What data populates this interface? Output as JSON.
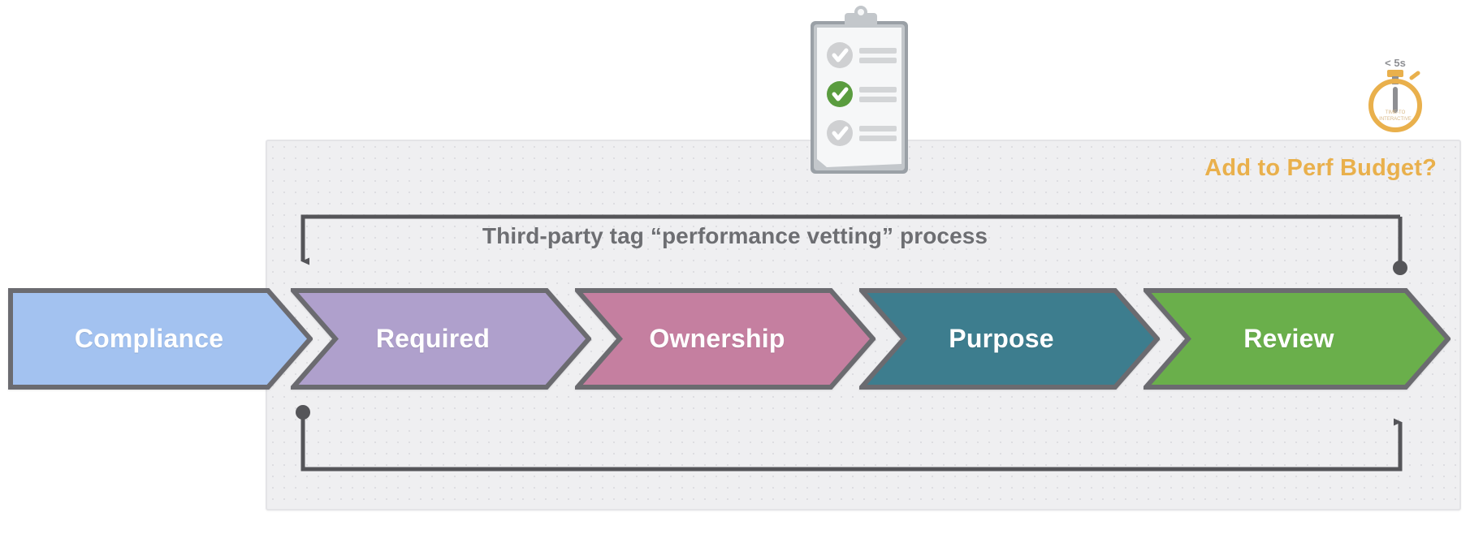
{
  "diagram": {
    "panel_title": "Add to Perf Budget?",
    "flow_title": "Third-party tag “performance vetting” process",
    "accent_color": "#e9b04c",
    "title_color": "#6d6e72",
    "panel_bg": "#efeff1",
    "loop_color": "#555559"
  },
  "steps": [
    {
      "label": "Compliance",
      "color": "#a3c2f0",
      "stroke": "#6b6b70"
    },
    {
      "label": "Required",
      "color": "#afa0cc",
      "stroke": "#6b6b70"
    },
    {
      "label": "Ownership",
      "color": "#c57fa0",
      "stroke": "#6b6b70"
    },
    {
      "label": "Purpose",
      "color": "#3d7d8e",
      "stroke": "#6b6b70"
    },
    {
      "label": "Review",
      "color": "#6aaf4b",
      "stroke": "#6b6b70"
    }
  ],
  "icons": {
    "clipboard": {
      "name": "clipboard-checklist-icon",
      "checks": [
        "unchecked",
        "checked",
        "unchecked"
      ],
      "check_color": "#5a9c3f",
      "idle_color": "#cfd0d2"
    },
    "stopwatch": {
      "name": "stopwatch-icon",
      "top_label": "< 5s",
      "inner_label_line1": "TIME-TO",
      "inner_label_line2": "INTERACTIVE",
      "color": "#e9b04c"
    }
  },
  "chart_data": {
    "type": "diagram",
    "title": "Third-party tag “performance vetting” process",
    "stages": [
      "Compliance",
      "Required",
      "Ownership",
      "Purpose",
      "Review"
    ],
    "feedback_loops": [
      {
        "name": "top-loop",
        "from": "Review",
        "to": "Compliance",
        "direction": "right-to-left",
        "start_marker": "dot",
        "end_marker": "arrow"
      },
      {
        "name": "bottom-loop",
        "from": "Compliance",
        "to": "Review",
        "direction": "left-to-right",
        "start_marker": "dot",
        "end_marker": "arrow"
      }
    ],
    "annotations": [
      "Add to Perf Budget?",
      "< 5s",
      "TIME-TO INTERACTIVE"
    ]
  }
}
